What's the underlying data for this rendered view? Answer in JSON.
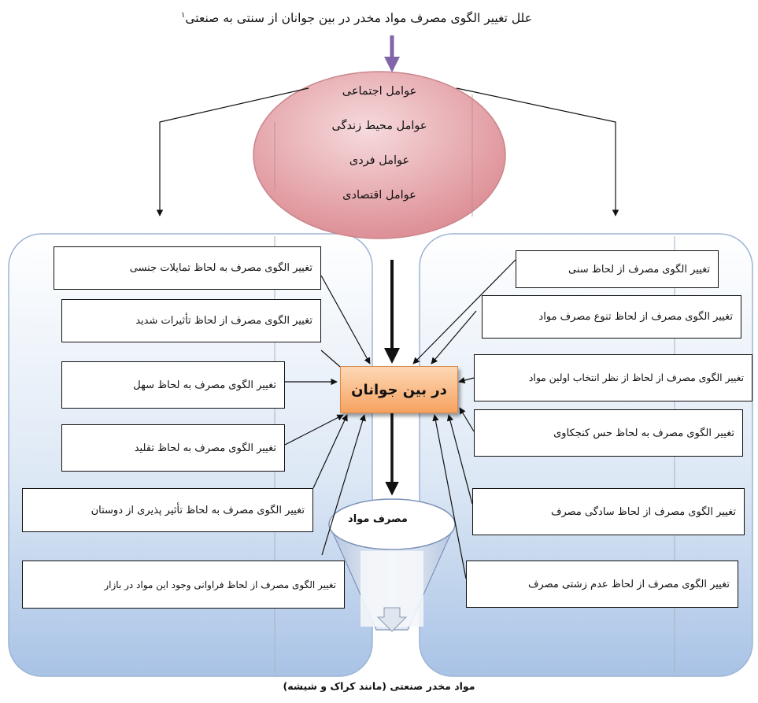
{
  "title": "علل تغییر الگوی مصرف مواد مخدر در بین جوانان از سنتی به صنعتی",
  "title_footnote": "۱",
  "ellipse_factors": [
    "عوامل اجتماعی",
    "عوامل محیط زندگی",
    "عوامل فردی",
    "عوامل اقتصادی"
  ],
  "center_label": "در بین جوانان",
  "funnel_label": "مصرف مواد",
  "left_items": [
    "تغییر الگوی مصرف به  لحاظ تمایلات جنسی",
    "تغییر الگوی مصرف از لحاظ تأثیرات شدید",
    "تغییر الگوی مصرف  به لحاظ سهل",
    "تغییر الگوی مصرف به لحاظ تقلید",
    "تغییر الگوی مصرف به لحاظ تأثیر پذیری از دوستان",
    "تغییر الگوی مصرف از لحاظ فراوانی وجود این مواد در بازار"
  ],
  "right_items": [
    "تغییر الگوی مصرف از لحاظ سنی",
    "تغییر الگوی مصرف از لحاظ تنوع مصرف مواد",
    "تغییر الگوی مصرف از لحاظ از نظر انتخاب اولین مواد",
    "تغییر الگوی مصرف به لحاظ حس کنجکاوی",
    "تغییر الگوی مصرف از لحاظ سادگی مصرف",
    "تغییر الگوی مصرف از لحاظ عدم زشتی مصرف"
  ],
  "footer": "مواد مخدر صنعتی (مانند کراک و شیشه)",
  "colors": {
    "ellipse": "#e7a7ac",
    "panel_top": "#ffffff",
    "panel_bottom": "#b2c9e8",
    "center_box": "#f6a260",
    "top_arrow": "#8066a8"
  }
}
